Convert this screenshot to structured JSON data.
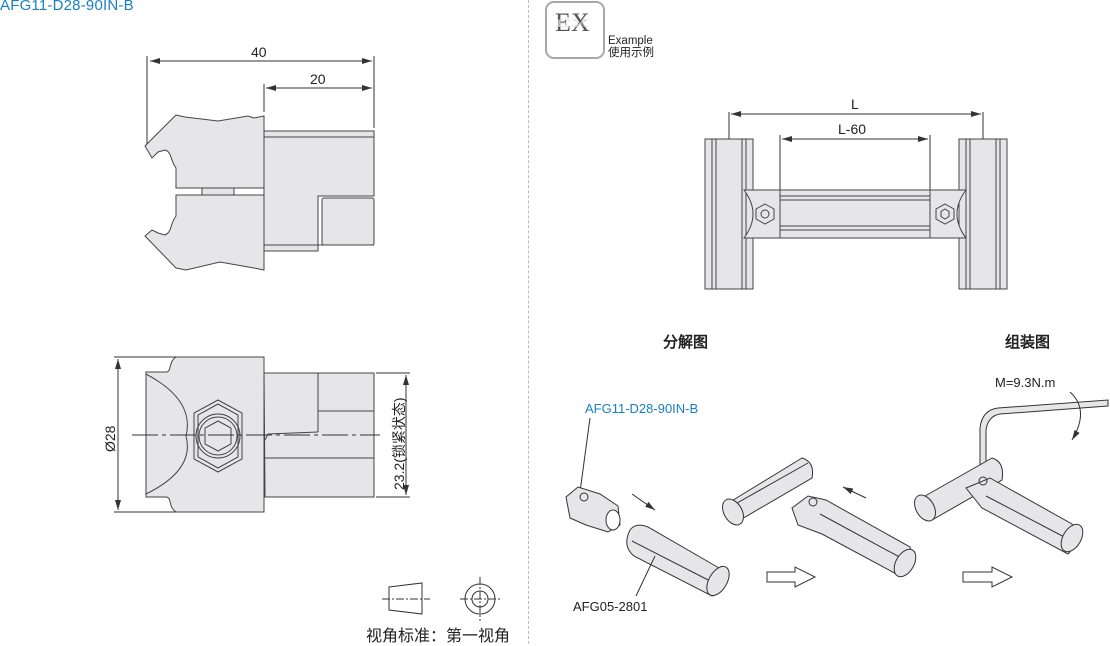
{
  "title": "AFG11-D28-90IN-B",
  "example_badge": {
    "glyph": "EX",
    "label_en": "Example",
    "label_cn": "使用示例"
  },
  "front_view": {
    "dim_overall": "40",
    "dim_half": "20"
  },
  "side_view": {
    "dim_diameter": "Ø28",
    "dim_locked": "23.2(锁紧状态)"
  },
  "projection": {
    "label": "视角标准：第一视角"
  },
  "example_assembly": {
    "dim_total": "L",
    "dim_inner": "L-60"
  },
  "exploded": {
    "heading": "分解图",
    "part_connector": "AFG11-D28-90IN-B",
    "part_tube": "AFG05-2801"
  },
  "assembled": {
    "heading": "组装图",
    "torque": "M=9.3N.m"
  },
  "colors": {
    "part_fill": "#e6e6e8",
    "line": "#333333",
    "accent_blue": "#1a7fc2"
  }
}
